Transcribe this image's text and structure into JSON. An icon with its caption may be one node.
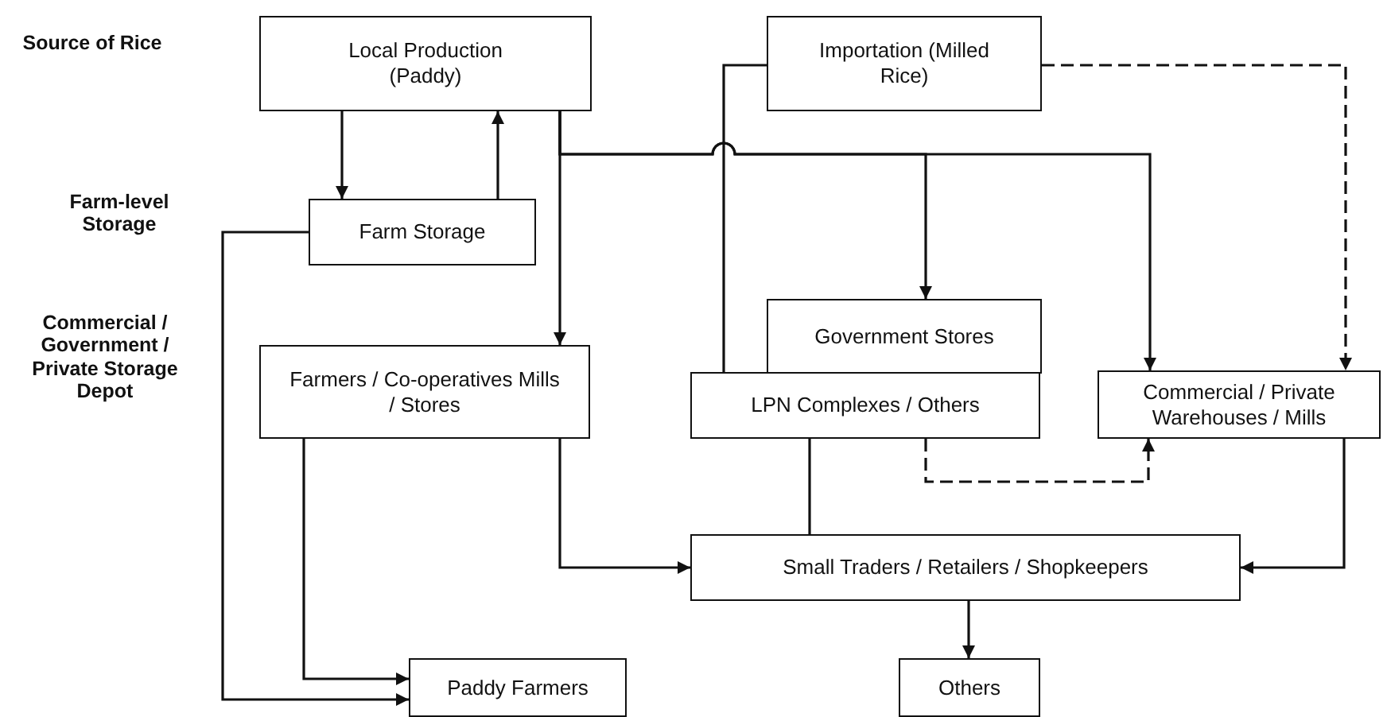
{
  "diagram": {
    "nodes": [
      {
        "text": [
          "Local Production (Paddy)"
        ]
      },
      {
        "text": [
          "Importation (Milled Rice)"
        ]
      },
      {
        "text": [
          "Farm Storage"
        ]
      },
      {
        "text": [
          "Farmers / Co-operatives Mills / Stores"
        ]
      },
      {
        "text": [
          "Government Stores"
        ]
      },
      {
        "text": [
          "LPN Complexes / Others"
        ]
      },
      {
        "text": [
          "Commercial / Private Warehouses / Mills"
        ]
      },
      {
        "text": [
          "Small Traders / Retailers / Shopkeepers"
        ]
      },
      {
        "text": [
          "Paddy Farmers"
        ]
      },
      {
        "text": [
          "Others"
        ]
      }
    ],
    "edges": [
      {
        "from": 0,
        "to": 2,
        "arrow": "to"
      },
      {
        "from": 2,
        "to": 0,
        "arrow": "to"
      },
      {
        "from": 0,
        "to": 3,
        "arrow": "to"
      },
      {
        "from": 0,
        "to": 4,
        "arrow": "to"
      },
      {
        "from": 0,
        "to": 6,
        "arrow": "to"
      },
      {
        "from": 1,
        "to": 6,
        "arrow": "to",
        "style": "dashed"
      },
      {
        "from": 1,
        "to": 5,
        "arrow": "none"
      },
      {
        "from": 2,
        "to": 8,
        "arrow": "to"
      },
      {
        "from": 3,
        "to": 8,
        "arrow": "to"
      },
      {
        "from": 3,
        "to": 7,
        "arrow": "to"
      },
      {
        "from": 5,
        "to": 7,
        "arrow": "none"
      },
      {
        "from": 5,
        "to": 6,
        "arrow": "to",
        "style": "dashed"
      },
      {
        "from": 6,
        "to": 7,
        "arrow": "to"
      },
      {
        "from": 7,
        "to": 9,
        "arrow": "to"
      }
    ],
    "labels": [
      "Source of Rice",
      "Farm-level Storage",
      "Commercial / Government / Private Storage Depot"
    ]
  }
}
